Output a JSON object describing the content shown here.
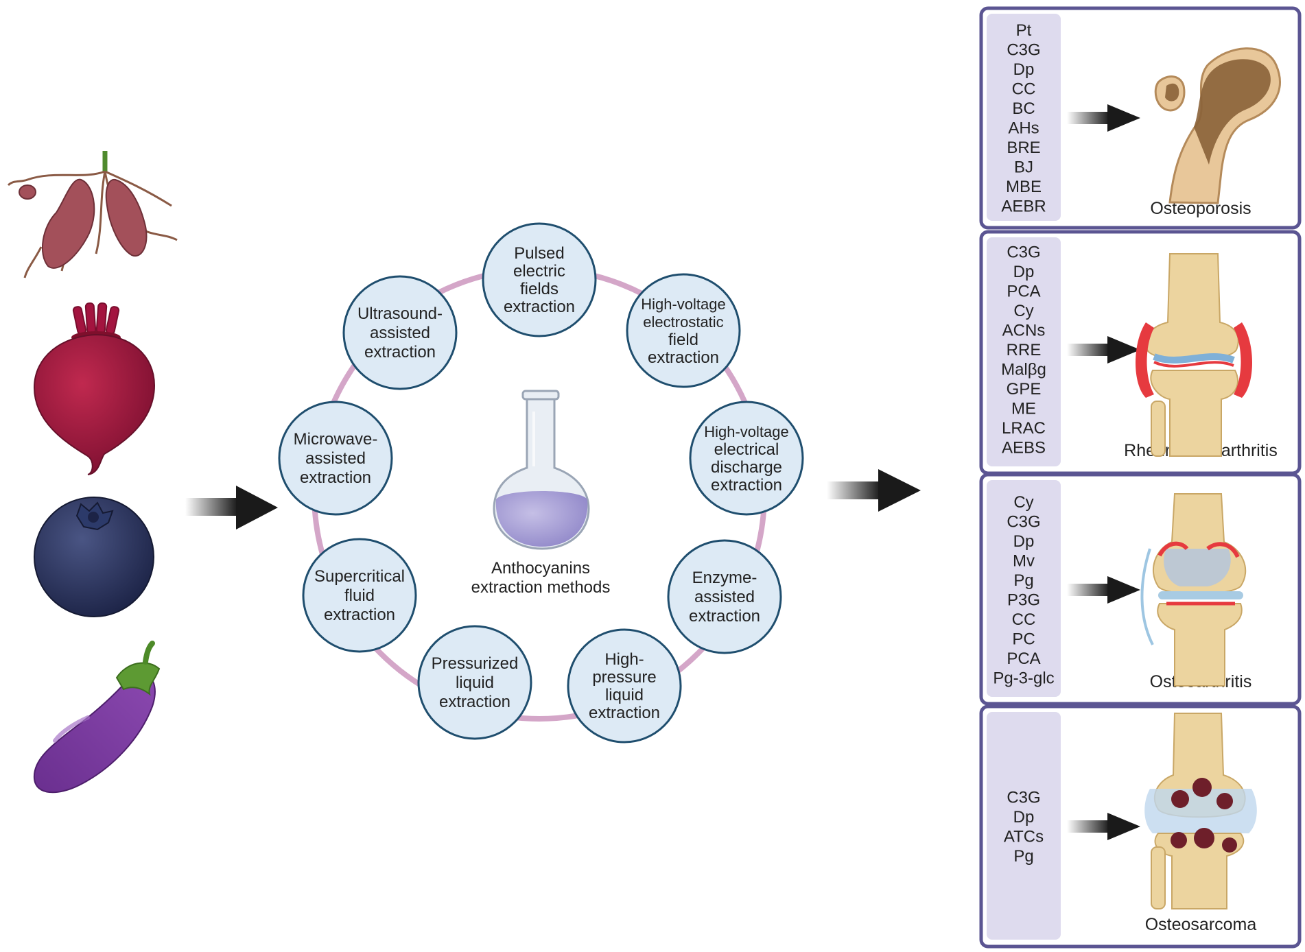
{
  "center": {
    "label_lines": [
      "Anthocyanins",
      "extraction methods"
    ]
  },
  "methods": [
    {
      "lines": [
        "Pulsed",
        "electric",
        "fields",
        "extraction"
      ]
    },
    {
      "lines": [
        "High-voltage",
        "electrostatic",
        "field",
        "extraction"
      ]
    },
    {
      "lines": [
        "High-voltage",
        "electrical",
        "discharge",
        "extraction"
      ]
    },
    {
      "lines": [
        "Enzyme-",
        "assisted",
        "extraction"
      ]
    },
    {
      "lines": [
        "High-",
        "pressure",
        "liquid",
        "extraction"
      ]
    },
    {
      "lines": [
        "Pressurized",
        "liquid",
        "extraction"
      ]
    },
    {
      "lines": [
        "Supercritical",
        "fluid",
        "extraction"
      ]
    },
    {
      "lines": [
        "Microwave-",
        "assisted",
        "extraction"
      ]
    },
    {
      "lines": [
        "Ultrasound-",
        "assisted",
        "extraction"
      ]
    }
  ],
  "sources": [
    {
      "icon": "sweet-potato-icon"
    },
    {
      "icon": "beetroot-icon"
    },
    {
      "icon": "blueberry-icon"
    },
    {
      "icon": "eggplant-icon"
    }
  ],
  "diseases": [
    {
      "name": "Osteoporosis",
      "icon": "bone-femur-icon",
      "compounds": [
        "Pt",
        "C3G",
        "Dp",
        "CC",
        "BC",
        "AHs",
        "BRE",
        "BJ",
        "MBE",
        "AEBR"
      ]
    },
    {
      "name": "Rheumatoid arthritis",
      "icon": "inflamed-joint-icon",
      "compounds": [
        "C3G",
        "Dp",
        "PCA",
        "Cy",
        "ACNs",
        "RRE",
        "Malβg",
        "GPE",
        "ME",
        "LRAC",
        "AEBS"
      ]
    },
    {
      "name": "Osteoarthritis",
      "icon": "knee-joint-icon",
      "compounds": [
        "Cy",
        "C3G",
        "Dp",
        "Mv",
        "Pg",
        "P3G",
        "CC",
        "PC",
        "PCA",
        "Pg-3-glc"
      ]
    },
    {
      "name": "Osteosarcoma",
      "icon": "tumor-joint-icon",
      "compounds": [
        "C3G",
        "Dp",
        "ATCs",
        "Pg"
      ]
    }
  ],
  "colors": {
    "circle_fill": "#ddeaf5",
    "circle_stroke": "#1f4e6e",
    "ring": "#d4a6c8",
    "panel_border": "#5b5592",
    "compound_box": "#dedbee",
    "arrow": "#1a1a1a"
  }
}
